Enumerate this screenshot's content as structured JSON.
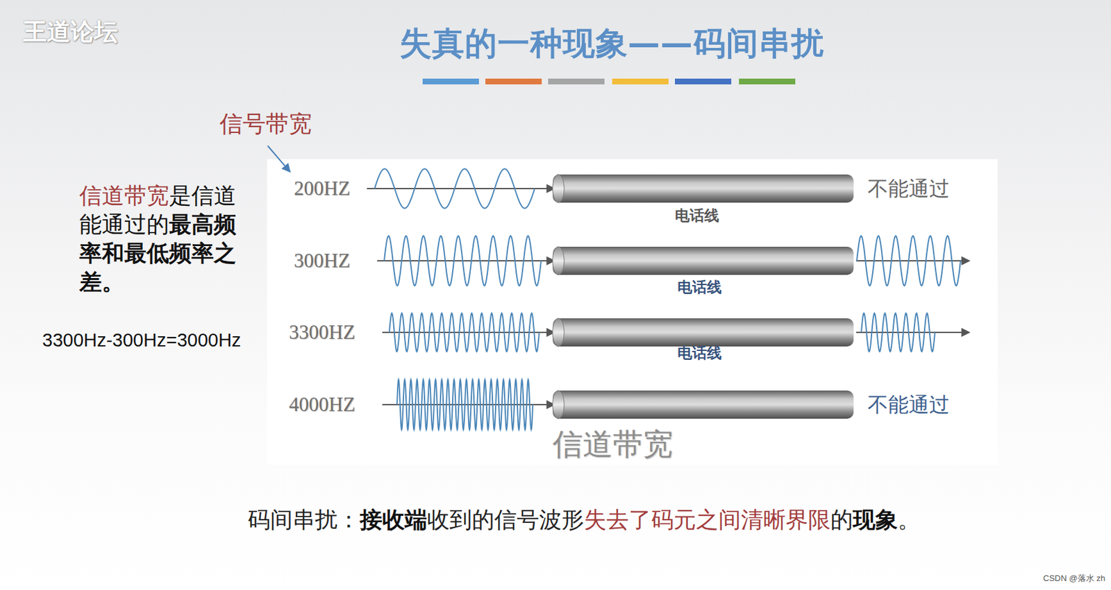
{
  "diagram": {
    "title": "失真的一种现象——码间串扰",
    "labels": [
      "王道论坛",
      "信号带宽",
      "信道带宽",
      "是信道能通过的",
      "最高频率和最低频率之差。",
      "3300Hz-300Hz=3000Hz",
      "200HZ",
      "不能通过",
      "电话线",
      "300HZ",
      "电话线",
      "3300HZ",
      "电话线",
      "4000HZ",
      "不能通过",
      "信道带宽",
      "码间串扰：",
      "接收端",
      "收到的信号波形",
      "失去了码元之间清晰界限",
      "的",
      "现象",
      "。",
      "CSDN @落水 zh"
    ]
  }
}
